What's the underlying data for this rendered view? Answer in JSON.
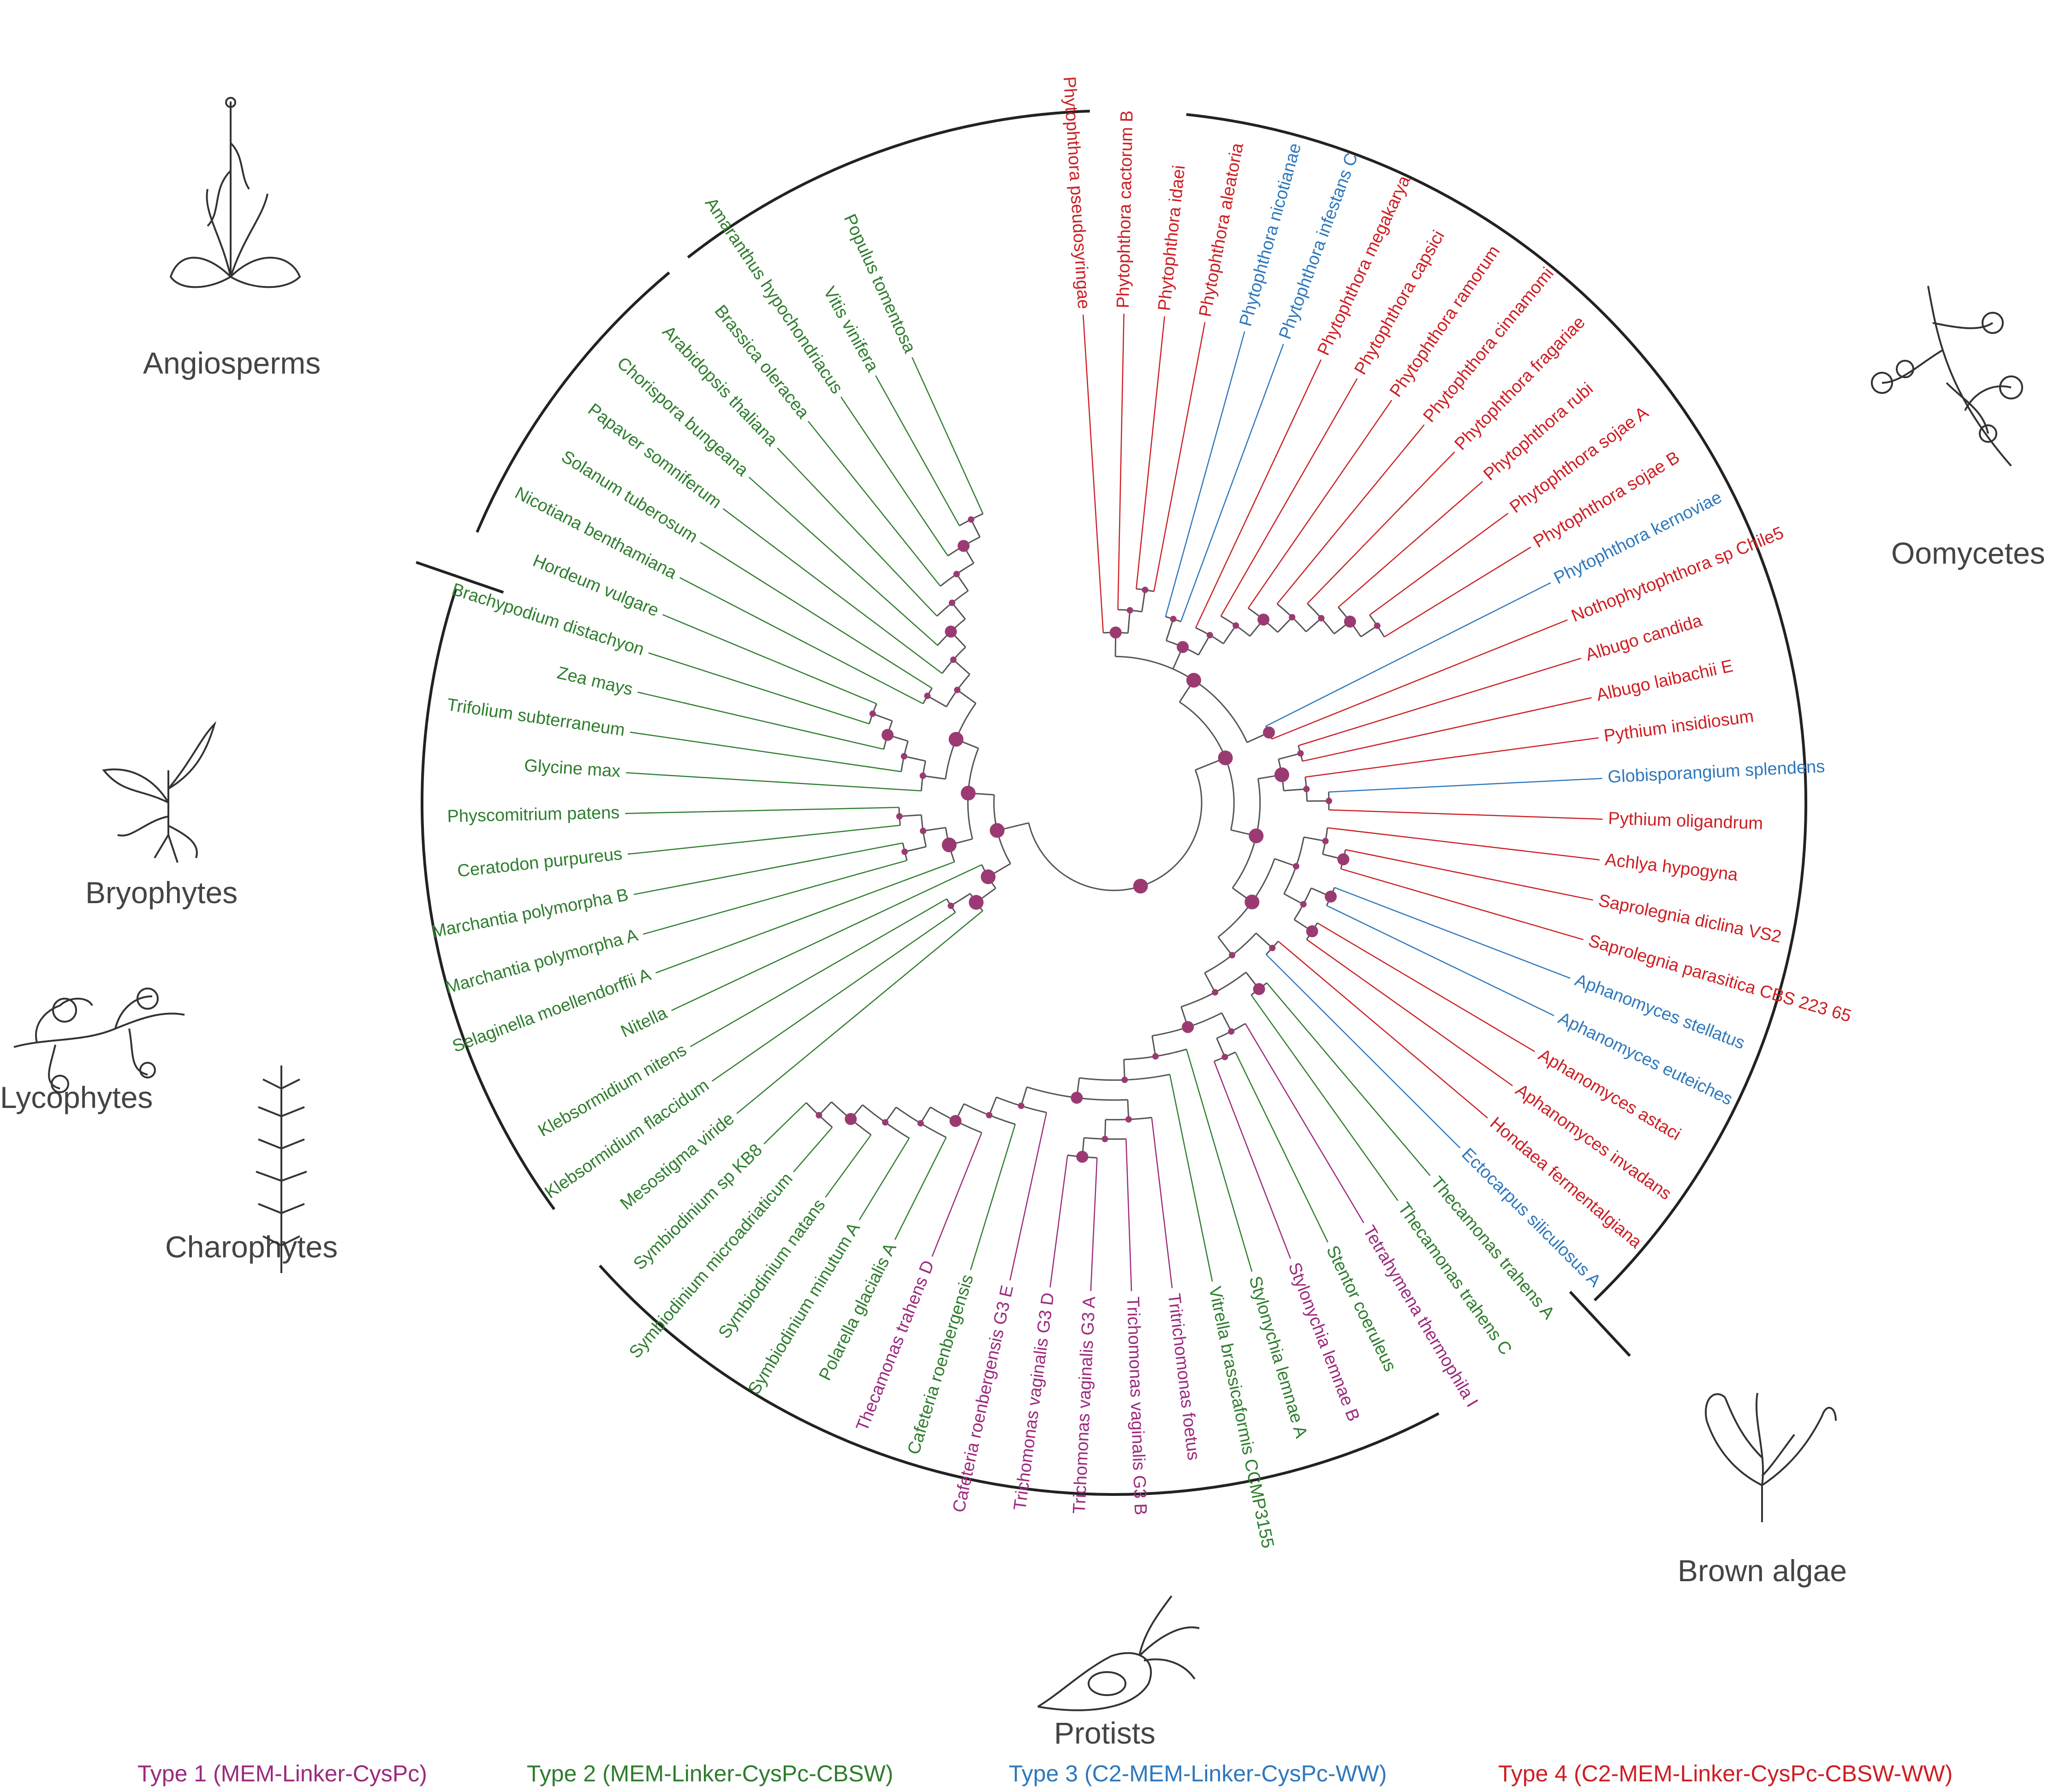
{
  "colors": {
    "type1": "#9c2a7d",
    "type2": "#2e7d2e",
    "type3": "#2f78bc",
    "type4": "#cc1f24",
    "branch": "#555555",
    "node": "#9b3a72",
    "arc": "#222222",
    "group_label": "#444444"
  },
  "groups": [
    {
      "key": "angiosperms",
      "label": "Angiosperms",
      "icon": "flowering-plant-icon"
    },
    {
      "key": "bryophytes",
      "label": "Bryophytes",
      "icon": "moss-icon"
    },
    {
      "key": "lycophytes",
      "label": "Lycophytes",
      "icon": "clubmoss-icon"
    },
    {
      "key": "charophytes",
      "label": "Charophytes",
      "icon": "charophyte-alga-icon"
    },
    {
      "key": "protists",
      "label": "Protists",
      "icon": "flagellate-protist-icon"
    },
    {
      "key": "brown_algae",
      "label": "Brown algae",
      "icon": "brown-seaweed-icon"
    },
    {
      "key": "oomycetes",
      "label": "Oomycetes",
      "icon": "oomycete-hyphae-icon"
    }
  ],
  "legend": [
    {
      "type": 1,
      "label": "Type 1 (MEM-Linker-CysPc)"
    },
    {
      "type": 2,
      "label": "Type 2 (MEM-Linker-CysPc-CBSW)"
    },
    {
      "type": 3,
      "label": "Type 3 (C2-MEM-Linker-CysPc-WW)"
    },
    {
      "type": 4,
      "label": "Type 4 (C2-MEM-Linker-CysPc-CBSW-WW)"
    }
  ],
  "leaves": [
    {
      "name": "Phytophthora pseudosyringae",
      "type": 4
    },
    {
      "name": "Phytophthora cactorum B",
      "type": 4
    },
    {
      "name": "Phytophthora idaei",
      "type": 4
    },
    {
      "name": "Phytophthora aleatoria",
      "type": 4
    },
    {
      "name": "Phytophthora nicotianae",
      "type": 3
    },
    {
      "name": "Phytophthora infestans C",
      "type": 3
    },
    {
      "name": "Phytophthora megakarya",
      "type": 4
    },
    {
      "name": "Phytophthora capsici",
      "type": 4
    },
    {
      "name": "Phytophthora ramorum",
      "type": 4
    },
    {
      "name": "Phytophthora cinnamomi",
      "type": 4
    },
    {
      "name": "Phytophthora fragariae",
      "type": 4
    },
    {
      "name": "Phytophthora rubi",
      "type": 4
    },
    {
      "name": "Phytophthora sojae A",
      "type": 4
    },
    {
      "name": "Phytophthora sojae B",
      "type": 4
    },
    {
      "name": "Phytophthora kernoviae",
      "type": 3
    },
    {
      "name": "Nothophytophthora sp Chile5",
      "type": 4
    },
    {
      "name": "Albugo candida",
      "type": 4
    },
    {
      "name": "Albugo laibachii E",
      "type": 4
    },
    {
      "name": "Pythium insidiosum",
      "type": 4
    },
    {
      "name": "Globisporangium splendens",
      "type": 3
    },
    {
      "name": "Pythium oligandrum",
      "type": 4
    },
    {
      "name": "Achlya hypogyna",
      "type": 4
    },
    {
      "name": "Saprolegnia diclina VS2",
      "type": 4
    },
    {
      "name": "Saprolegnia parasitica CBS 223 65",
      "type": 4
    },
    {
      "name": "Aphanomyces stellatus",
      "type": 3
    },
    {
      "name": "Aphanomyces euteiches",
      "type": 3
    },
    {
      "name": "Aphanomyces astaci",
      "type": 4
    },
    {
      "name": "Aphanomyces invadans",
      "type": 4
    },
    {
      "name": "Hondaea fermentalgiana",
      "type": 4
    },
    {
      "name": "Ectocarpus siliculosus A",
      "type": 3
    },
    {
      "name": "Thecamonas trahens A",
      "type": 2
    },
    {
      "name": "Thecamonas trahens C",
      "type": 2
    },
    {
      "name": "Tetrahymena thermophila I",
      "type": 1
    },
    {
      "name": "Stentor coeruleus",
      "type": 2
    },
    {
      "name": "Stylonychia lemnae B",
      "type": 1
    },
    {
      "name": "Stylonychia lemnae A",
      "type": 2
    },
    {
      "name": "Vitrella brassicaformis CCMP3155",
      "type": 2
    },
    {
      "name": "Tritrichomonas foetus",
      "type": 1
    },
    {
      "name": "Trichomonas vaginalis G3 B",
      "type": 1
    },
    {
      "name": "Trichomonas vaginalis G3 A",
      "type": 1
    },
    {
      "name": "Trichomonas vaginalis G3 D",
      "type": 1
    },
    {
      "name": "Cafeteria roenbergensis G3 E",
      "type": 1
    },
    {
      "name": "Cafeteria roenbergensis",
      "type": 2
    },
    {
      "name": "Thecamonas trahens D",
      "type": 1
    },
    {
      "name": "Polarella glacialis A",
      "type": 2
    },
    {
      "name": "Symbiodinium minutum A",
      "type": 2
    },
    {
      "name": "Symbiodinium natans",
      "type": 2
    },
    {
      "name": "Symbiodinium microadriaticum",
      "type": 2
    },
    {
      "name": "Symbiodinium sp KB8",
      "type": 2
    },
    {
      "name": "Mesostigma viride",
      "type": 2
    },
    {
      "name": "Klebsormidium flaccidum",
      "type": 2
    },
    {
      "name": "Klebsormidium nitens",
      "type": 2
    },
    {
      "name": "Nitella",
      "type": 2
    },
    {
      "name": "Selaginella moellendorffii A",
      "type": 2
    },
    {
      "name": "Marchantia polymorpha A",
      "type": 2
    },
    {
      "name": "Marchantia polymorpha B",
      "type": 2
    },
    {
      "name": "Ceratodon purpureus",
      "type": 2
    },
    {
      "name": "Physcomitrium patens",
      "type": 2
    },
    {
      "name": "Glycine max",
      "type": 2
    },
    {
      "name": "Trifolium subterraneum",
      "type": 2
    },
    {
      "name": "Zea mays",
      "type": 2
    },
    {
      "name": "Brachypodium distachyon",
      "type": 2
    },
    {
      "name": "Hordeum vulgare",
      "type": 2
    },
    {
      "name": "Nicotiana benthamiana",
      "type": 2
    },
    {
      "name": "Solanum tuberosum",
      "type": 2
    },
    {
      "name": "Papaver somniferum",
      "type": 2
    },
    {
      "name": "Chorispora bungeana",
      "type": 2
    },
    {
      "name": "Arabidopsis thaliana",
      "type": 2
    },
    {
      "name": "Brassica oleracea",
      "type": 2
    },
    {
      "name": "Amaranthus hypochondriacus",
      "type": 2
    },
    {
      "name": "Vitis vinifera",
      "type": 2
    },
    {
      "name": "Populus tomentosa",
      "type": 2
    }
  ]
}
